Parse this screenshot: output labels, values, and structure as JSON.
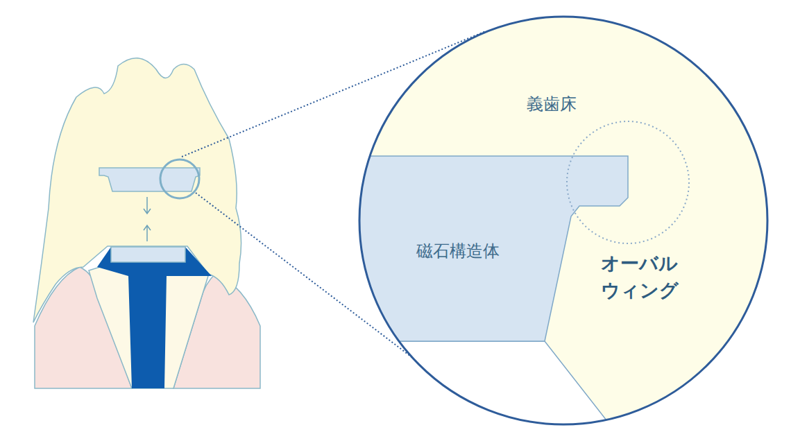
{
  "diagram": {
    "labels": [
      "義歯床",
      "磁石構造体",
      "オーバル ウィング"
    ]
  }
}
